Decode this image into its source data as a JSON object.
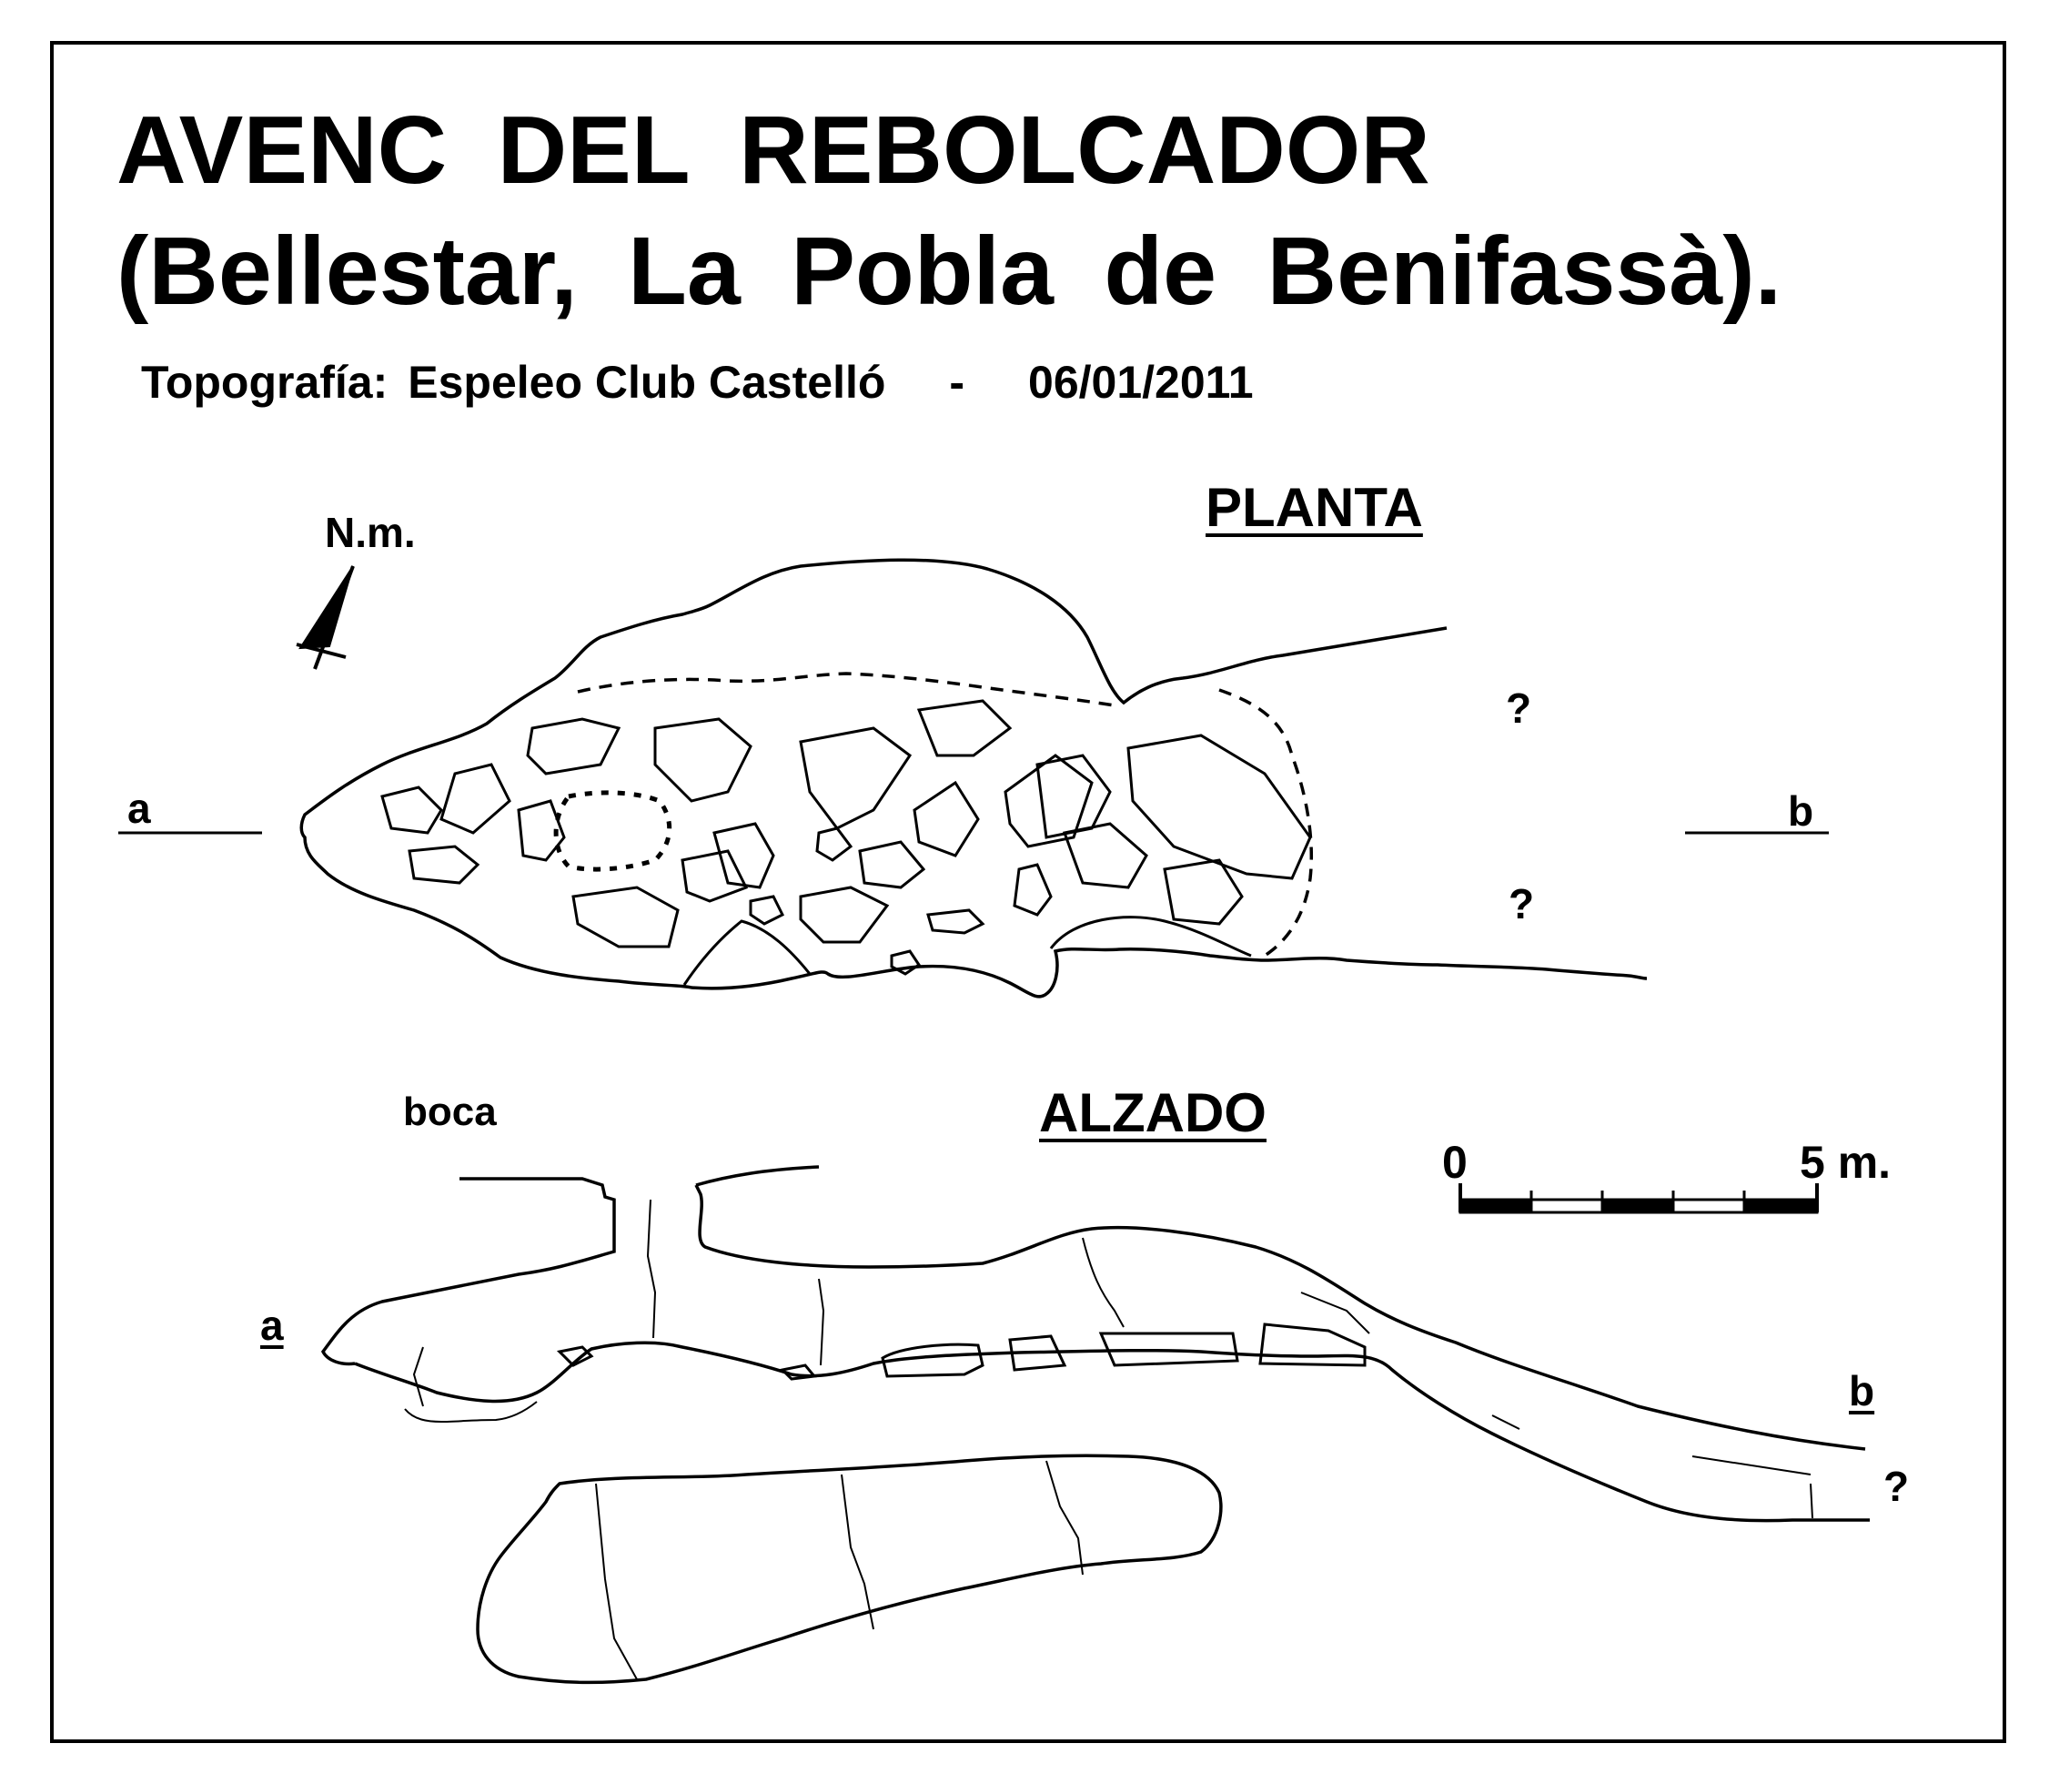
{
  "title": {
    "line1": "AVENC DEL REBOLCADOR",
    "line2": "(Bellestar, La Pobla de Benifassà)."
  },
  "credit": {
    "label": "Topografía:",
    "author": "Espeleo Club Castelló",
    "separator": "-",
    "date": "06/01/2011"
  },
  "plan": {
    "heading": "PLANTA",
    "north_label": "N.m.",
    "section_start": "a",
    "section_end": "b",
    "unknown_upper": "?",
    "unknown_lower": "?"
  },
  "elevation": {
    "heading": "ALZADO",
    "entrance_label": "boca",
    "section_start": "a",
    "section_end": "b",
    "unknown_end": "?"
  },
  "scale_bar": {
    "start_label": "0",
    "end_label": "5 m."
  }
}
